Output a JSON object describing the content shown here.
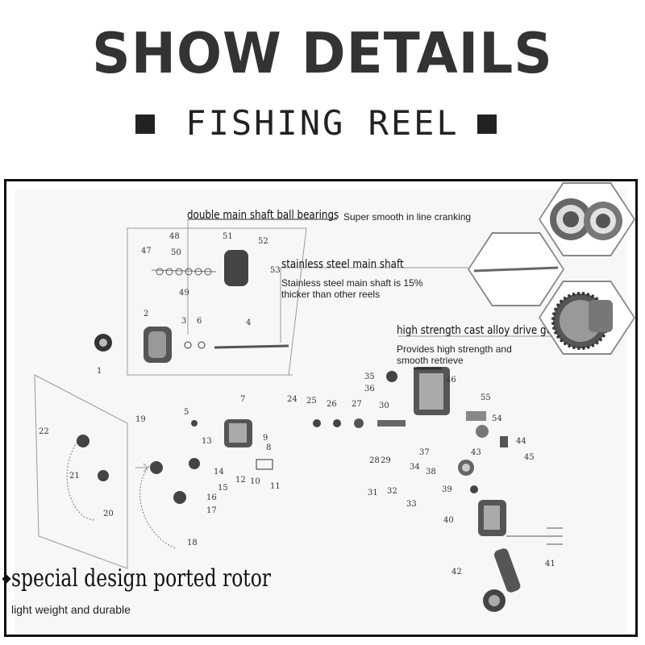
{
  "header": {
    "title": "SHOW DETAILS",
    "subtitle": "FISHING REEL"
  },
  "callouts": {
    "bearings": {
      "title": "double main shaft ball bearings",
      "desc": "Super smooth in line cranking"
    },
    "shaft": {
      "title": "stainless steel main shaft",
      "desc": "Stainless steel main shaft is 15% thicker than other reels"
    },
    "gear": {
      "title": "high strength cast alloy drive gear",
      "desc": "Provides high strength and smooth retrieve"
    },
    "rotor": {
      "title": "special design ported rotor",
      "desc": "light weight and durable"
    }
  },
  "part_numbers": [
    "1",
    "2",
    "3",
    "4",
    "5",
    "6",
    "7",
    "8",
    "9",
    "10",
    "11",
    "12",
    "13",
    "14",
    "15",
    "16",
    "17",
    "18",
    "19",
    "20",
    "21",
    "22",
    "24",
    "25",
    "26",
    "27",
    "28",
    "29",
    "30",
    "31",
    "32",
    "33",
    "34",
    "35",
    "36",
    "37",
    "38",
    "39",
    "40",
    "41",
    "42",
    "43",
    "44",
    "45",
    "46",
    "47",
    "48",
    "49",
    "50",
    "51",
    "52",
    "53",
    "54",
    "55"
  ],
  "colors": {
    "text": "#111111",
    "frame": "#111111",
    "background": "#ffffff"
  }
}
